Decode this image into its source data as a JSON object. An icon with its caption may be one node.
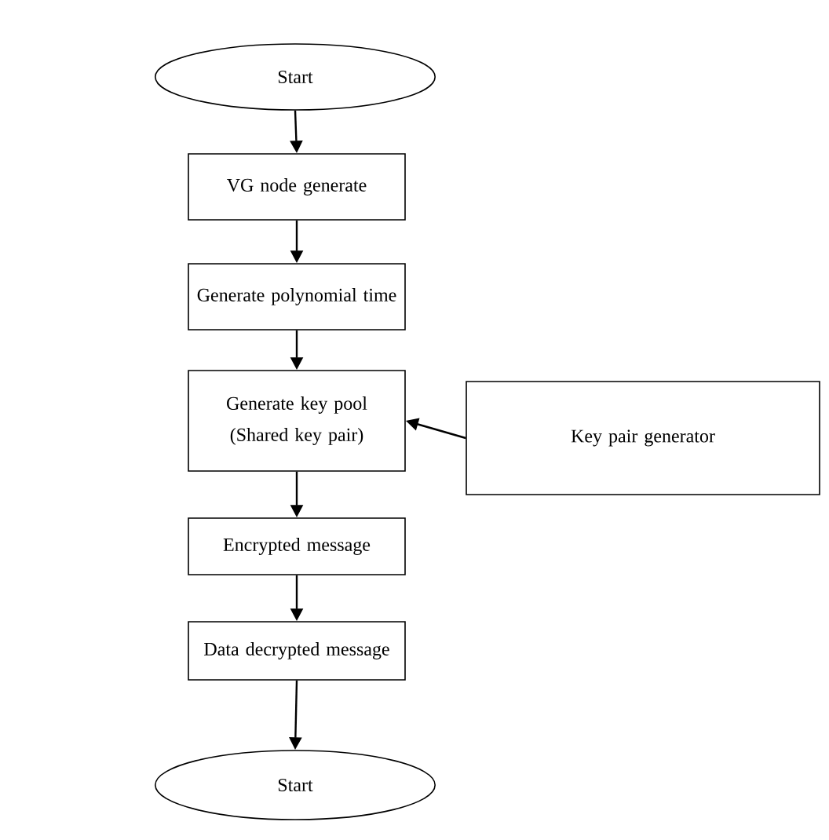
{
  "diagram": {
    "nodes": [
      {
        "text": [
          "Start"
        ]
      },
      {
        "text": [
          "VG node generate"
        ]
      },
      {
        "text": [
          "Generate polynomial time"
        ]
      },
      {
        "text": [
          "Generate key pool (Shared key pair)"
        ]
      },
      {
        "text": [
          "Key pair generator"
        ]
      },
      {
        "text": [
          "Encrypted message"
        ]
      },
      {
        "text": [
          "Data decrypted message"
        ]
      },
      {
        "text": [
          "Start"
        ]
      }
    ],
    "edges": [
      {
        "from": 0,
        "to": 1,
        "arrow": "to"
      },
      {
        "from": 1,
        "to": 2,
        "arrow": "to"
      },
      {
        "from": 2,
        "to": 3,
        "arrow": "to"
      },
      {
        "from": 4,
        "to": 3,
        "arrow": "to"
      },
      {
        "from": 3,
        "to": 5,
        "arrow": "to"
      },
      {
        "from": 5,
        "to": 6,
        "arrow": "to"
      },
      {
        "from": 6,
        "to": 7,
        "arrow": "to"
      }
    ]
  }
}
